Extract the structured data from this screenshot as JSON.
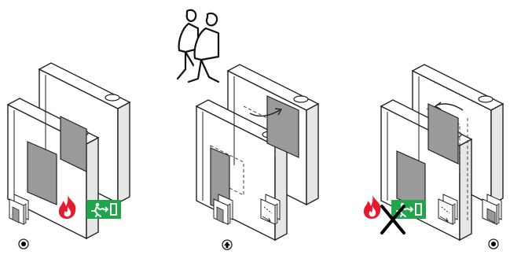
{
  "panels": [
    {
      "name": "fire-alarm-open",
      "status_indicator": {
        "kind": "dot",
        "label": ""
      },
      "icons": [
        "turnstile-open-icon",
        "fire-icon",
        "emergency-exit-sign-icon"
      ]
    },
    {
      "name": "passage-open-wings",
      "status_indicator": {
        "kind": "arrow-up",
        "label": ""
      },
      "icons": [
        "turnstile-open-icon",
        "turnstile-swing-icon"
      ]
    },
    {
      "name": "no-fire-closed",
      "status_indicator": {
        "kind": "dot",
        "label": ""
      },
      "icons": [
        "fire-icon",
        "emergency-exit-sign-icon",
        "cross-icon",
        "turnstile-swing-icon",
        "turnstile-closed-icon"
      ]
    }
  ],
  "colors": {
    "fire_red": "#e8192c",
    "exit_green": "#1fa64a",
    "panel_gray": "#9a9a9a",
    "line": "#222222",
    "cross": "#000000"
  }
}
